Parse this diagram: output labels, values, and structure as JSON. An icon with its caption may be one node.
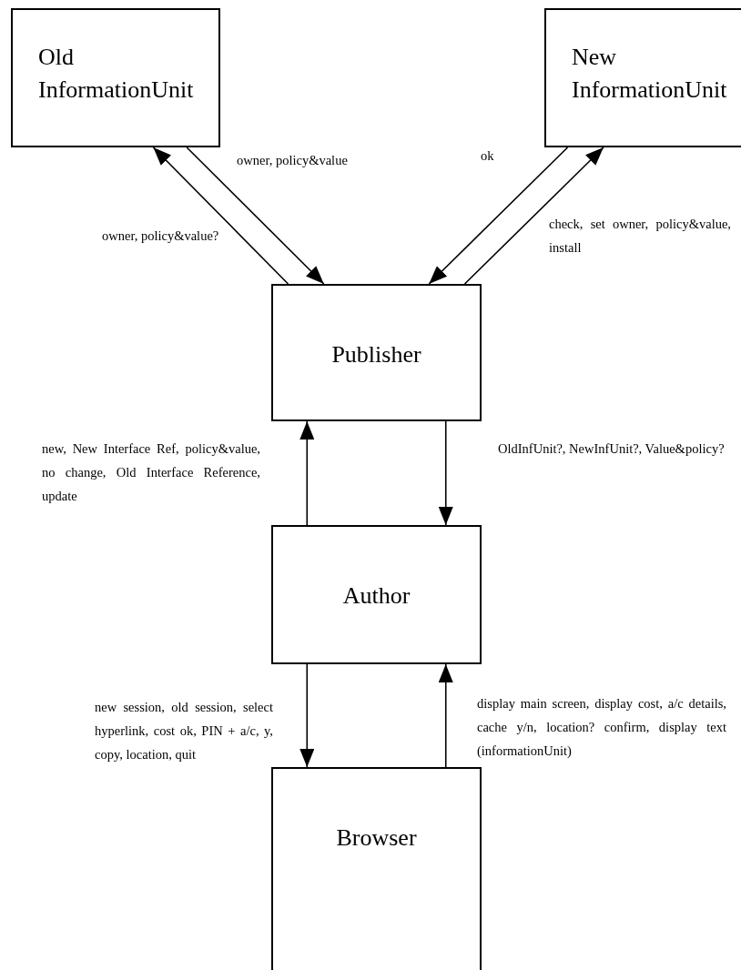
{
  "diagram": {
    "nodes": [
      {
        "text": [
          "Old InformationUnit"
        ]
      },
      {
        "text": [
          "New InformationUnit"
        ]
      },
      {
        "text": [
          "Publisher"
        ]
      },
      {
        "text": [
          "Author"
        ]
      },
      {
        "text": [
          "Browser"
        ]
      }
    ],
    "edges": [
      {
        "from": 2,
        "to": 0,
        "arrow": "to",
        "label": "owner, policy&value?"
      },
      {
        "from": 0,
        "to": 2,
        "arrow": "to",
        "label": "owner, policy&value"
      },
      {
        "from": 1,
        "to": 2,
        "arrow": "to",
        "label": "ok"
      },
      {
        "from": 2,
        "to": 1,
        "arrow": "to",
        "label": "check, set owner, policy&value, install"
      },
      {
        "from": 3,
        "to": 2,
        "arrow": "to",
        "label": "new, New Interface Ref, policy&value, no change, Old Interface Reference, update"
      },
      {
        "from": 2,
        "to": 3,
        "arrow": "to",
        "label": "OldInfUnit?, NewInfUnit?, Value&policy?"
      },
      {
        "from": 3,
        "to": 4,
        "arrow": "to",
        "label": "new session, old session, select hyperlink, cost ok, PIN + a/c, y, copy, location, quit"
      },
      {
        "from": 4,
        "to": 3,
        "arrow": "to",
        "label": "display main screen, display cost, a/c details, cache y/n, location? confirm, display text (informationUnit)"
      }
    ]
  }
}
